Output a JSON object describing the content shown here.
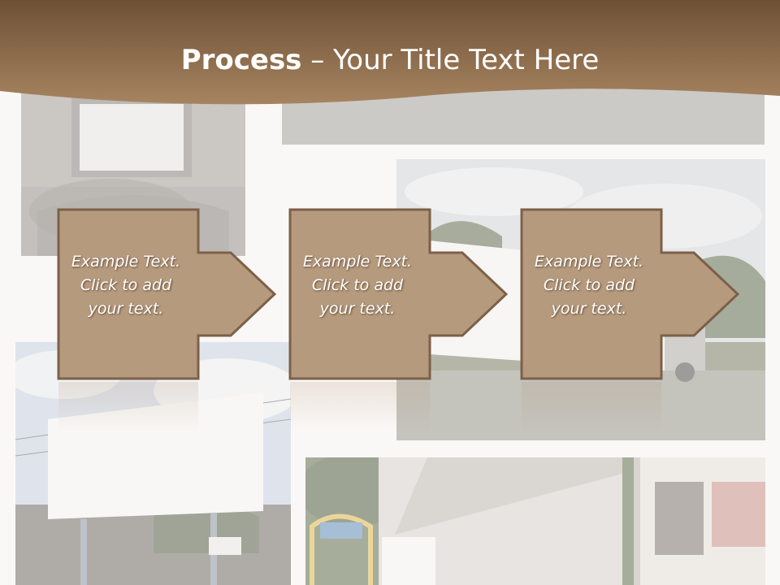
{
  "header": {
    "title_bold": "Process",
    "title_rest": " – Your Title Text Here"
  },
  "steps": [
    {
      "text": "Example Text.\nClick  to add\nyour text."
    },
    {
      "text": "Example Text.\nClick  to add\nyour text."
    },
    {
      "text": "Example Text.\nClick  to add\nyour text."
    }
  ],
  "colors": {
    "header_dark": "#6e5035",
    "header_light": "#a68460",
    "box_fill": "#b69a7e",
    "box_border": "#7c6048",
    "background": "#faf8f6"
  }
}
